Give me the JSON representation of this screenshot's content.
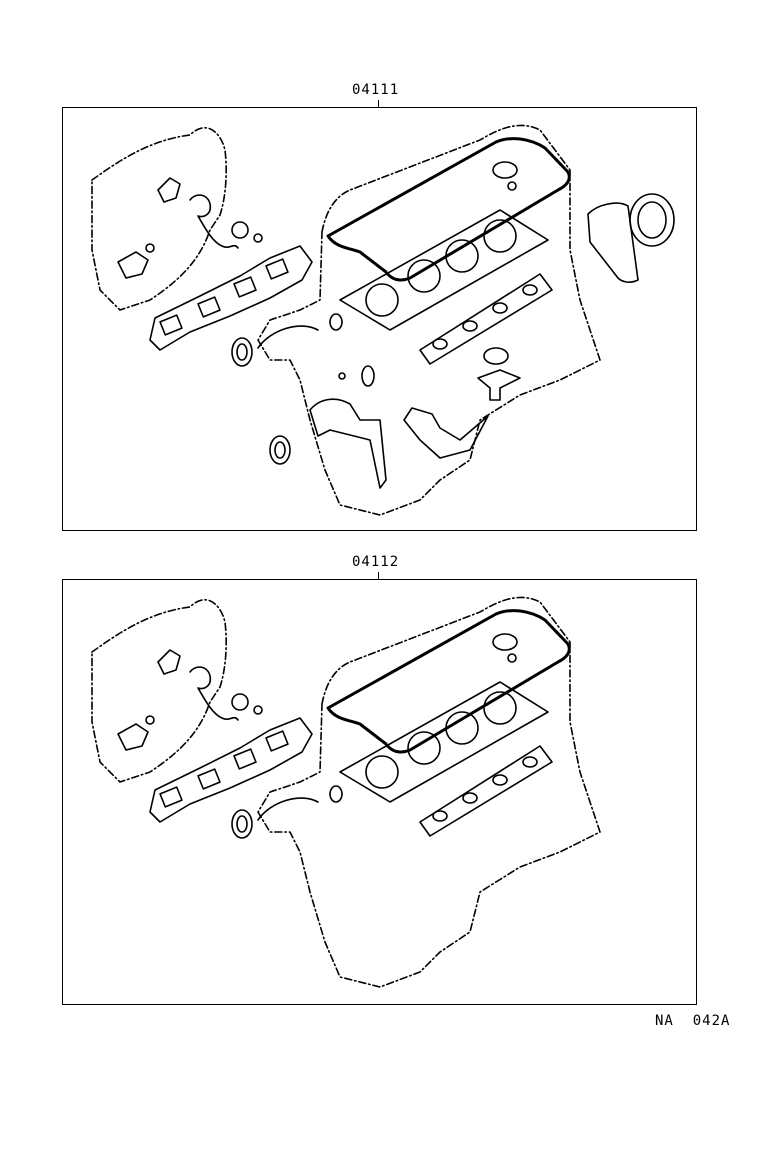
{
  "kits": [
    {
      "part_number": "04111"
    },
    {
      "part_number": "04112"
    }
  ],
  "illustration_code": "NA  042A"
}
